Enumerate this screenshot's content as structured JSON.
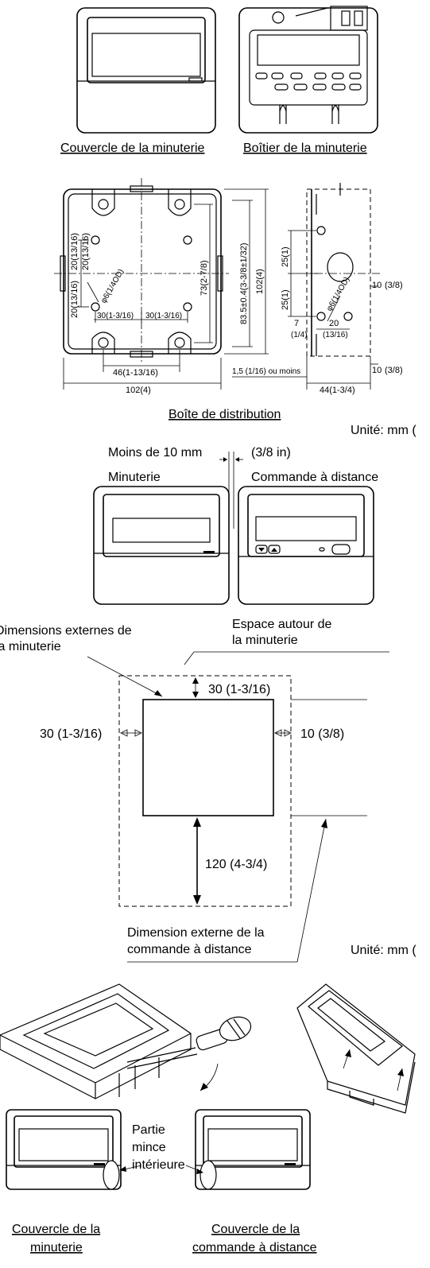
{
  "fig1": {
    "cover_label": "Couvercle de la minuterie",
    "case_label": "Boîtier de la minuterie"
  },
  "fig2": {
    "title": "Boîte de distribution",
    "unit": "Unité: mm (",
    "dims": {
      "d_20a": "20(13/16)",
      "d_20b": "20(13/16)",
      "d_20c": "20(13/16)",
      "d_hole": "φ6(1/4OD)",
      "d_30a": "30(1-3/16)",
      "d_30b": "30(1-3/16)",
      "d_73": "73(2-7/8)",
      "d_83": "83.5±0.4(3-3/8±1/32)",
      "d_102v": "102(4)",
      "d_46": "46(1-13/16)",
      "d_102h": "102(4)",
      "d_25a": "25(1)",
      "d_25b": "25(1)",
      "d_hole2": "φ6(1/4OD)",
      "d_10a": "10",
      "d_10a_in": "(3/8)",
      "d_7": "7",
      "d_7_in": "(1/4)",
      "d_20": "20",
      "d_20_in": "(13/16)",
      "d_15": "1,5 (1/16) ou moins",
      "d_10b": "10",
      "d_10b_in": "(3/8)",
      "d_44": "44(1-3/4)"
    }
  },
  "fig3": {
    "gap_text": "Moins de 10 mm",
    "gap_in": "(3/8 in)",
    "left_label": "Minuterie",
    "right_label": "Commande à distance"
  },
  "fig4": {
    "ext_timer_l1": "Dimensions externes de",
    "ext_timer_l2": "la minuterie",
    "space_l1": "Espace autour de",
    "space_l2": "la minuterie",
    "top_gap": "30 (1-3/16)",
    "left_gap": "30 (1-3/16)",
    "right_gap": "10 (3/8)",
    "bottom_gap": "120 (4-3/4)",
    "ext_remote_l1": "Dimension externe de la",
    "ext_remote_l2": "commande à distance",
    "unit": "Unité: mm ("
  },
  "fig5": {
    "thin_l1": "Partie",
    "thin_l2": "mince",
    "thin_l3": "intérieure",
    "cover_timer_l1": "Couvercle de la",
    "cover_timer_l2": "minuterie",
    "cover_remote_l1": "Couvercle de la",
    "cover_remote_l2": "commande à distance"
  }
}
